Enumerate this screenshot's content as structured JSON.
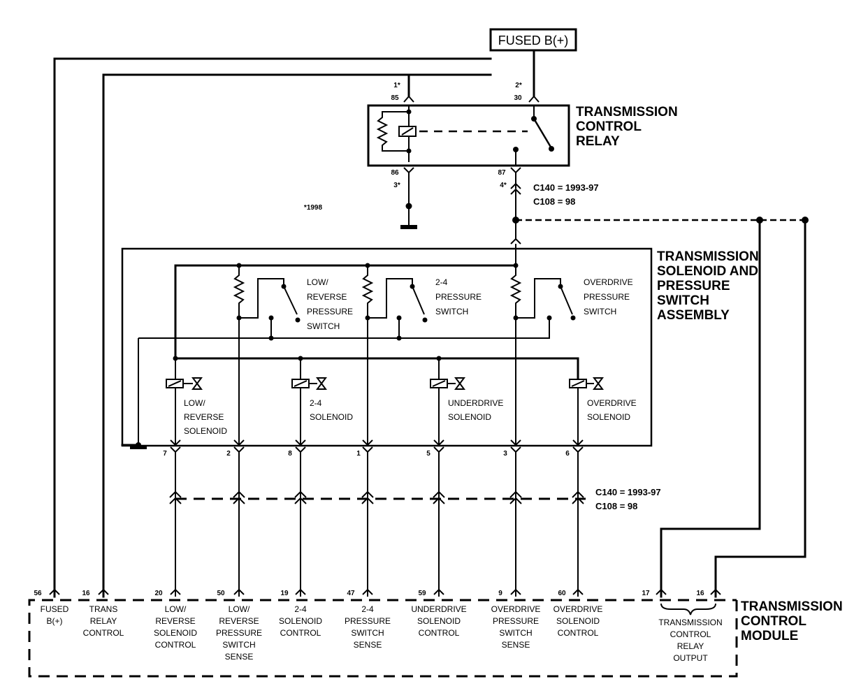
{
  "fused_b_label": "FUSED B(+)",
  "relay": {
    "title": [
      "TRANSMISSION",
      "CONTROL",
      "RELAY"
    ],
    "pin_left_top": [
      "1*",
      "85"
    ],
    "pin_right_top": [
      "2*",
      "30"
    ],
    "pin_left_bottom": [
      "86",
      "3*"
    ],
    "pin_right_bottom": [
      "87",
      "4*"
    ]
  },
  "year_note": "*1998",
  "connector_upper": [
    "C140 = 1993-97",
    "C108 = 98"
  ],
  "connector_lower": [
    "C140 = 1993-97",
    "C108 = 98"
  ],
  "assembly": {
    "title": [
      "TRANSMISSION",
      "SOLENOID AND",
      "PRESSURE",
      "SWITCH",
      "ASSEMBLY"
    ],
    "switches": [
      [
        "LOW/",
        "REVERSE",
        "PRESSURE",
        "SWITCH"
      ],
      [
        "2-4",
        "PRESSURE",
        "SWITCH"
      ],
      [
        "OVERDRIVE",
        "PRESSURE",
        "SWITCH"
      ]
    ],
    "solenoids": [
      [
        "LOW/",
        "REVERSE",
        "SOLENOID"
      ],
      [
        "2-4",
        "SOLENOID"
      ],
      [
        "UNDERDRIVE",
        "SOLENOID"
      ],
      [
        "OVERDRIVE",
        "SOLENOID"
      ]
    ],
    "pins": [
      "7",
      "2",
      "8",
      "1",
      "5",
      "3",
      "6"
    ]
  },
  "tcm": {
    "title": [
      "TRANSMISSION",
      "CONTROL",
      "MODULE"
    ],
    "pins": [
      "56",
      "16",
      "20",
      "50",
      "19",
      "47",
      "59",
      "9",
      "60",
      "17",
      "16"
    ],
    "labels": [
      [
        "FUSED",
        "B(+)"
      ],
      [
        "TRANS",
        "RELAY",
        "CONTROL"
      ],
      [
        "LOW/",
        "REVERSE",
        "SOLENOID",
        "CONTROL"
      ],
      [
        "LOW/",
        "REVERSE",
        "PRESSURE",
        "SWITCH",
        "SENSE"
      ],
      [
        "2-4",
        "SOLENOID",
        "CONTROL"
      ],
      [
        "2-4",
        "PRESSURE",
        "SWITCH",
        "SENSE"
      ],
      [
        "UNDERDRIVE",
        "SOLENOID",
        "CONTROL"
      ],
      [
        "OVERDRIVE",
        "PRESSURE",
        "SWITCH",
        "SENSE"
      ],
      [
        "OVERDRIVE",
        "SOLENOID",
        "CONTROL"
      ]
    ],
    "relay_output_label": [
      "TRANSMISSION",
      "CONTROL",
      "RELAY",
      "OUTPUT"
    ]
  }
}
